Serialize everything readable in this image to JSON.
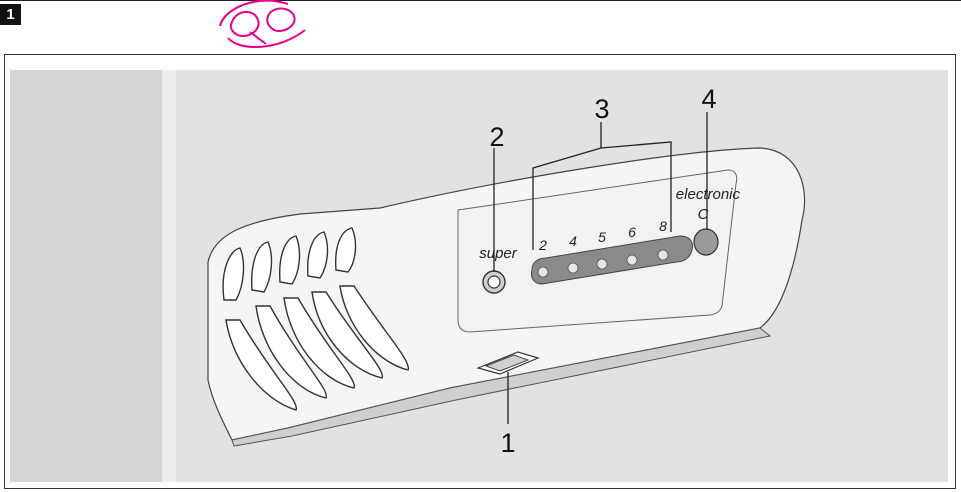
{
  "figure": {
    "number": "1"
  },
  "panel": {
    "super_label": "super",
    "brand_label": "electronic",
    "c_label": "C",
    "temperature_scale": [
      "2",
      "4",
      "5",
      "6",
      "8"
    ]
  },
  "callouts": [
    "1",
    "2",
    "3",
    "4"
  ],
  "colors": {
    "background": "#e2e2e2",
    "left_band": "#d4d4d4",
    "housing": "#f5f5f5",
    "led_strip": "#8a8a8a",
    "led": "#e6e6e6",
    "stamp": "#e8008a"
  }
}
